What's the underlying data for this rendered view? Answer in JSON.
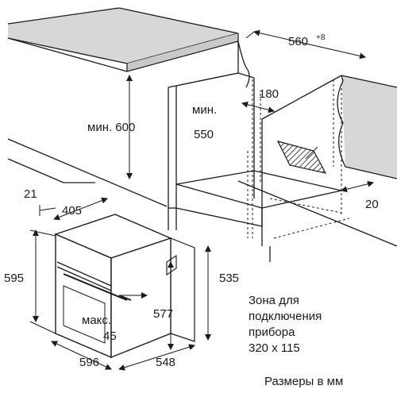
{
  "dimensions": {
    "countertop_depth": "560",
    "countertop_depth_tolerance": "+8",
    "min_height": "мин. 600",
    "min_depth_line1": "мин.",
    "min_depth_line2": "550",
    "rear_gap": "180",
    "right_offset": "20",
    "oven_top_depth": "21",
    "oven_depth": "405",
    "oven_height": "595",
    "oven_inner_height": "535",
    "door_height": "577",
    "door_gap_line1": "макс.",
    "door_gap_line2": "45",
    "oven_width": "596",
    "oven_total_depth": "548"
  },
  "connection_zone": {
    "line1": "Зона для",
    "line2": "подключения",
    "line3": "прибора",
    "line4": "320 x 115"
  },
  "units_note": "Размеры в мм",
  "colors": {
    "countertop_fill": "#d7d7d7",
    "line": "#1a1a1a",
    "hatch": "#1a1a1a"
  }
}
